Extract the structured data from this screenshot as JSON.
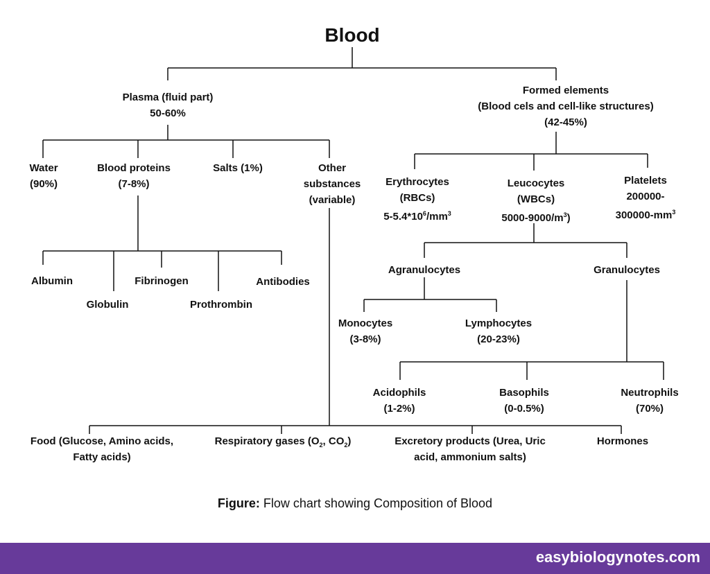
{
  "title": "Blood",
  "plasma": {
    "line1": "Plasma (fluid part)",
    "line2": "50-60%"
  },
  "formed": {
    "line1": "Formed elements",
    "line2": "(Blood cels and cell-like structures)",
    "line3": "(42-45%)"
  },
  "water": {
    "line1": "Water",
    "line2": "(90%)"
  },
  "proteins": {
    "line1": "Blood proteins",
    "line2": "(7-8%)"
  },
  "salts": {
    "line1": "Salts (1%)"
  },
  "other": {
    "line1": "Other",
    "line2": "substances",
    "line3": "(variable)"
  },
  "albumin": "Albumin",
  "globulin": "Globulin",
  "fibrinogen": "Fibrinogen",
  "prothrombin": "Prothrombin",
  "antibodies": "Antibodies",
  "erythrocytes": {
    "line1": "Erythrocytes",
    "line2": "(RBCs)",
    "line3a": "5-5.4*10",
    "line3sup": "6",
    "line3b": "/mm",
    "line3sup2": "3"
  },
  "leucocytes": {
    "line1": "Leucocytes",
    "line2": "(WBCs)",
    "line3a": "5000-9000/m",
    "line3sup": "3",
    "line3b": ")"
  },
  "platelets": {
    "line1": "Platelets",
    "line2": "200000-",
    "line3a": "300000-mm",
    "line3sup": "3"
  },
  "agranulocytes": "Agranulocytes",
  "granulocytes": "Granulocytes",
  "monocytes": {
    "line1": "Monocytes",
    "line2": "(3-8%)"
  },
  "lymphocytes": {
    "line1": "Lymphocytes",
    "line2": "(20-23%)"
  },
  "acidophils": {
    "line1": "Acidophils",
    "line2": "(1-2%)"
  },
  "basophils": {
    "line1": "Basophils",
    "line2": "(0-0.5%)"
  },
  "neutrophils": {
    "line1": "Neutrophils",
    "line2": "(70%)"
  },
  "food": {
    "line1": "Food (Glucose, Amino acids,",
    "line2": "Fatty acids)"
  },
  "gases": {
    "a": "Respiratory gases (O",
    "sub1": "2",
    "b": ", CO",
    "sub2": "2",
    "c": ")"
  },
  "excretory": {
    "line1": "Excretory products (Urea, Uric",
    "line2": "acid, ammonium salts)"
  },
  "hormones": "Hormones",
  "caption": {
    "bold": "Figure:",
    "text": " Flow chart showing Composition of Blood"
  },
  "footer": "easybiologynotes.com",
  "colors": {
    "footer_bg": "#673a9a",
    "line": "#111111"
  }
}
